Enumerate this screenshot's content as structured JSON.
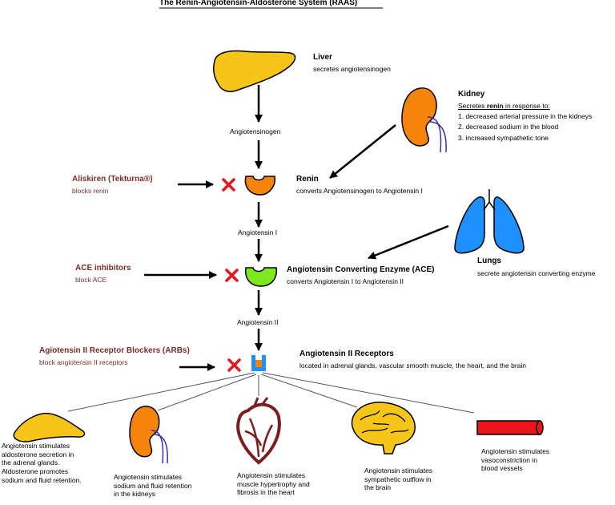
{
  "title": "The  Renin-Angiotensin-Aldosterone System (RAAS)",
  "liver": {
    "name": "Liver",
    "desc": "secretes angiotensinogen"
  },
  "kidney": {
    "name": "Kidney",
    "desc_prefix": "Secretes ",
    "desc_bold": "renin",
    "desc_suffix": " in response to:",
    "items": [
      "1. decreased arterial pressure in the kidneys",
      "2. decreased sodium in the blood",
      "3. increased sympathetic tone"
    ]
  },
  "chain": {
    "angiotensinogen": "Angiotensinogen",
    "angiotensin1": "Angiotensin I",
    "angiotensin2": "Angiotensin II"
  },
  "renin": {
    "name": "Renin",
    "desc": "converts Angiotensinogen to Angiotensin I"
  },
  "ace": {
    "name": "Angiotensin Converting Enzyme (ACE)",
    "desc": "converts Angiotensin I to Angiotensin II"
  },
  "lungs": {
    "name": "Lungs",
    "desc": "secrete angiotensin converting enzyme"
  },
  "receptors": {
    "name": "Angiotensin II Receptors",
    "desc": "located in adrenal glands, vascular smooth muscle, the heart, and the brain"
  },
  "drugs": {
    "aliskiren": {
      "name": "Aliskiren (Tekturna®)",
      "desc": "blocks renin"
    },
    "ace_inhibitors": {
      "name": "ACE inhibitors",
      "desc": "block ACE"
    },
    "arbs": {
      "name": "Agiotensin II Receptor Blockers (ARBs)",
      "desc": "block angiotensin II receptors"
    }
  },
  "effects": {
    "adrenal": [
      "Angiotensin stimulates",
      "aldosterone secretion in",
      "the adrenal glands.",
      "Aldosterone promotes",
      "sodium and fluid retention."
    ],
    "kidneys": [
      "Angiotensin stimulates",
      "sodium and fluid retention",
      "in the kidneys"
    ],
    "heart": [
      "Angiotensin stimulates",
      "muscle hypertrophy and",
      "fibrosis in the heart"
    ],
    "brain": [
      "Angiotensin stimulates",
      "sympathetic outflow in",
      "the brain"
    ],
    "vessels": [
      "Angiotensin stimulates",
      "vasoconstriction in",
      "blood vessels"
    ]
  },
  "colors": {
    "liver": "#f5c518",
    "kidney": "#f5840c",
    "renin": "#f5840c",
    "ace": "#7ee81e",
    "lungs": "#1e90ff",
    "receptor": "#1e90ff",
    "block_x": "#e8161b",
    "vessel": "#e8161b",
    "brain": "#f5c518",
    "heart": "#7a1f1f",
    "drug_text": "#7a2d2d"
  }
}
